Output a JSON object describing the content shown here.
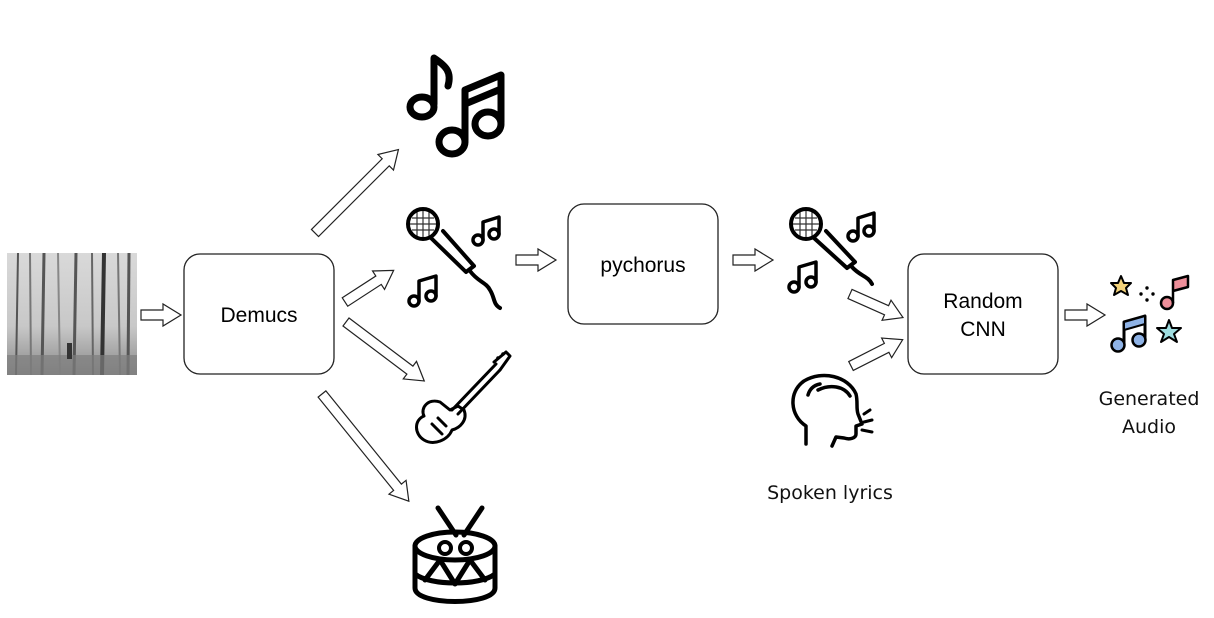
{
  "boxes": {
    "demucs": "Demucs",
    "pychorus": "pychorus",
    "random_cnn_line1": "Random",
    "random_cnn_line2": "CNN"
  },
  "captions": {
    "spoken_lyrics": "Spoken lyrics",
    "generated_audio_line1": "Generated",
    "generated_audio_line2": "Audio"
  },
  "icons": {
    "album_cover": "forest-photo-icon",
    "music_notes": "music-notes-icon",
    "vocals": "microphone-icon",
    "guitar": "electric-guitar-icon",
    "drums": "drum-icon",
    "vocals_chorus": "microphone-icon",
    "speaker": "speaking-head-icon",
    "generated": "sparkle-notes-icon"
  },
  "colors": {
    "star_yellow": "#f3d27a",
    "note_pink": "#ee8f9a",
    "note_blue": "#8fb3e6",
    "star_teal": "#9fdde0"
  }
}
